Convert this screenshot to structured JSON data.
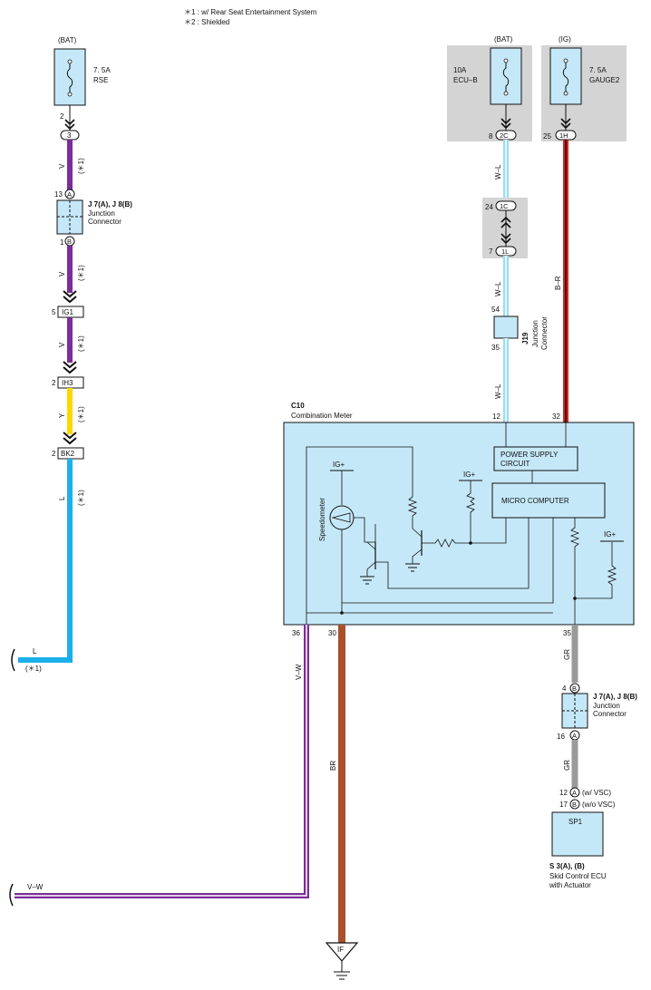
{
  "notes": [
    "＊1 : w/ Rear Seat Entertainment System",
    "＊2 : Shielded"
  ],
  "left_branch": {
    "fuse_source": "(BAT)",
    "fuse_rating": "7. 5A",
    "fuse_name": "RSE",
    "pins": [
      "2",
      "3",
      "13",
      "A",
      "1",
      "B",
      "5",
      "2",
      "2"
    ],
    "connectors": [
      "IG1",
      "IH3",
      "BK2"
    ],
    "junction_title": "J 7(A), J 8(B)",
    "junction_sub": [
      "Junction",
      "Connector"
    ],
    "wire_colors": [
      "V",
      "V",
      "V",
      "Y",
      "L",
      "L"
    ],
    "note_ref": "(＊1)"
  },
  "ecub_branch": {
    "source": "(BAT)",
    "fuse_rating": "10A",
    "fuse_name": "ECU–B",
    "pins": [
      "8",
      "2C",
      "24",
      "1C",
      "7",
      "1L"
    ],
    "wire_colors": [
      "W–L",
      "W–L",
      "W–L"
    ],
    "j19_pins": [
      "54",
      "35"
    ],
    "j19_title": "J19",
    "j19_sub": [
      "Junction",
      "Connector"
    ]
  },
  "gauge_branch": {
    "source": "(IG)",
    "fuse_rating": "7. 5A",
    "fuse_name": "GAUGE2",
    "pins": [
      "25",
      "1H"
    ],
    "wire_color": "B–R"
  },
  "meter": {
    "id": "C10",
    "name": "Combination Meter",
    "pin_top": [
      "12",
      "32"
    ],
    "pin_bottom": [
      "36",
      "30",
      "35"
    ],
    "power_supply": [
      "POWER SUPPLY",
      "CIRCUIT"
    ],
    "micro": "MICRO COMPUTER",
    "ig_labels": [
      "IG+",
      "IG+",
      "IG+"
    ],
    "speedometer": "Speedometer"
  },
  "bottom": {
    "vw": "V–W",
    "br": "BR",
    "l": "L",
    "note_ref": "(＊1)",
    "ground": "IF"
  },
  "skid": {
    "wire_colors": [
      "GR",
      "GR"
    ],
    "junction_pins": [
      "4",
      "B",
      "16",
      "A"
    ],
    "junction_title": "J 7(A), J 8(B)",
    "junction_sub": [
      "Junction",
      "Connector"
    ],
    "ecu_pins": [
      "12",
      "A",
      "17",
      "B"
    ],
    "variants": [
      "(w/ VSC)",
      "(w/o VSC)"
    ],
    "ecu_box": "SP1",
    "ecu_title": "S 3(A), (B)",
    "ecu_sub": [
      "Skid Control ECU",
      "with Actuator"
    ]
  },
  "colors": {
    "violet": "#7a2e98",
    "yellow": "#ffd700",
    "blue": "#1ab0ea",
    "light_blue": "#9cdcf0",
    "red": "#d8231f",
    "brown": "#a9502c",
    "gray": "#9a9a9a",
    "meter_fill": "#c5e8f8",
    "fuse_bg": "#d4d4d4"
  }
}
